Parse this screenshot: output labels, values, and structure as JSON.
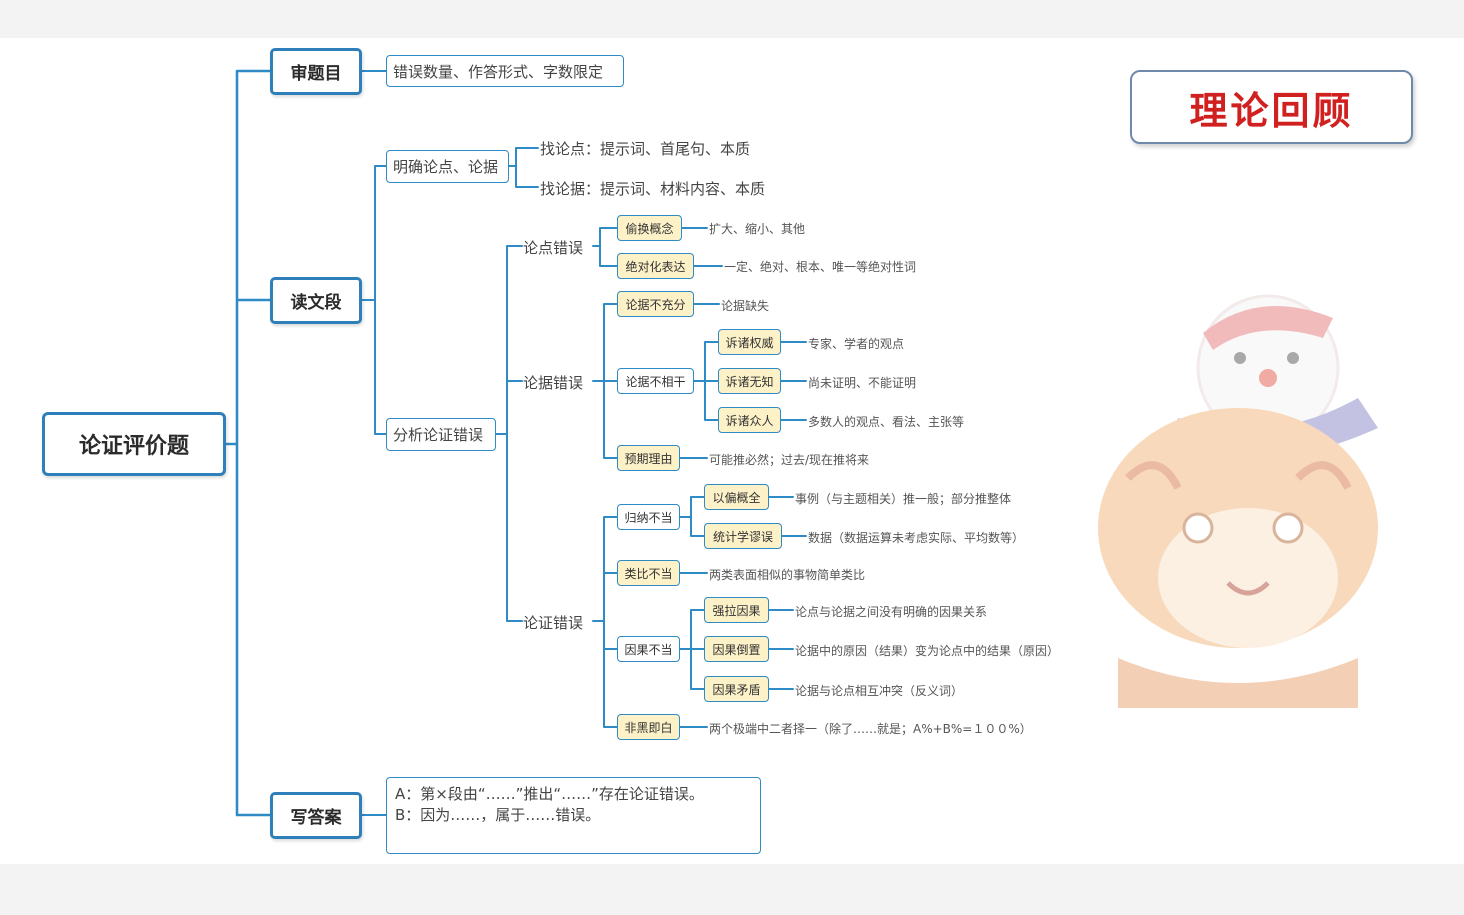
{
  "root": {
    "label": "论证评价题"
  },
  "review": {
    "label": "审题目",
    "detail": "错误数量、作答形式、字数限定"
  },
  "read": {
    "label": "读文段",
    "clarify": {
      "label": "明确论点、论据",
      "items": [
        "找论点：提示词、首尾句、本质",
        "找论据：提示词、材料内容、本质"
      ]
    },
    "analyze": {
      "label": "分析论证错误",
      "point_error": {
        "label": "论点错误",
        "children": [
          {
            "tag": "偷换概念",
            "detail": "扩大、缩小、其他"
          },
          {
            "tag": "绝对化表达",
            "detail": "一定、绝对、根本、唯一等绝对性词"
          }
        ]
      },
      "evidence_error": {
        "label": "论据错误",
        "insufficient": {
          "tag": "论据不充分",
          "detail": "论据缺失"
        },
        "irrelevant": {
          "tag": "论据不相干",
          "children": [
            {
              "tag": "诉诸权威",
              "detail": "专家、学者的观点"
            },
            {
              "tag": "诉诸无知",
              "detail": "尚未证明、不能证明"
            },
            {
              "tag": "诉诸众人",
              "detail": "多数人的观点、看法、主张等"
            }
          ]
        },
        "presumed": {
          "tag": "预期理由",
          "detail": "可能推必然；过去/现在推将来"
        }
      },
      "argument_error": {
        "label": "论证错误",
        "induction": {
          "tag": "归纳不当",
          "children": [
            {
              "tag": "以偏概全",
              "detail": "事例（与主题相关）推一般；部分推整体"
            },
            {
              "tag": "统计学谬误",
              "detail": "数据（数据运算未考虑实际、平均数等）"
            }
          ]
        },
        "analogy": {
          "tag": "类比不当",
          "detail": "两类表面相似的事物简单类比"
        },
        "causal": {
          "tag": "因果不当",
          "children": [
            {
              "tag": "强拉因果",
              "detail": "论点与论据之间没有明确的因果关系"
            },
            {
              "tag": "因果倒置",
              "detail": "论据中的原因（结果）变为论点中的结果（原因）"
            },
            {
              "tag": "因果矛盾",
              "detail": "论据与论点相互冲突（反义词）"
            }
          ]
        },
        "false_dilemma": {
          "tag": "非黑即白",
          "detail": "两个极端中二者择一（除了……就是；A%+B%=１００%）"
        }
      }
    }
  },
  "write": {
    "label": "写答案",
    "lines": [
      "A：第×段由“……”推出“……”存在论证错误。",
      "B：因为……，属于……错误。"
    ]
  },
  "badge": {
    "label": "理论回顾"
  },
  "colors": {
    "line": "#2f8bc5",
    "node_border": "#2f7fba",
    "tag_fill": "#fdf1c8",
    "badge_text": "#d02020"
  }
}
